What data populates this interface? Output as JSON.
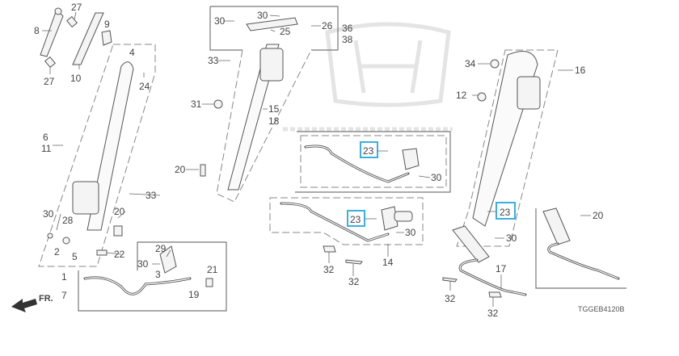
{
  "diagram": {
    "title_code": "TGGEB4120B",
    "front_arrow": "FR.",
    "accent_color": "#3ab0e0",
    "left_group": [
      "27",
      "8",
      "9",
      "4",
      "10",
      "27",
      "24",
      "6",
      "11",
      "33",
      "20",
      "30",
      "28",
      "2",
      "5",
      "22",
      "29",
      "30",
      "3",
      "21",
      "1",
      "7",
      "19"
    ],
    "middle_group": [
      "30",
      "30",
      "26",
      "25",
      "36",
      "38",
      "33",
      "31",
      "15",
      "18",
      "20",
      "23",
      "30",
      "23",
      "30",
      "32",
      "32",
      "14"
    ],
    "right_group": [
      "34",
      "16",
      "12",
      "23",
      "30",
      "20",
      "17",
      "32",
      "32"
    ]
  }
}
